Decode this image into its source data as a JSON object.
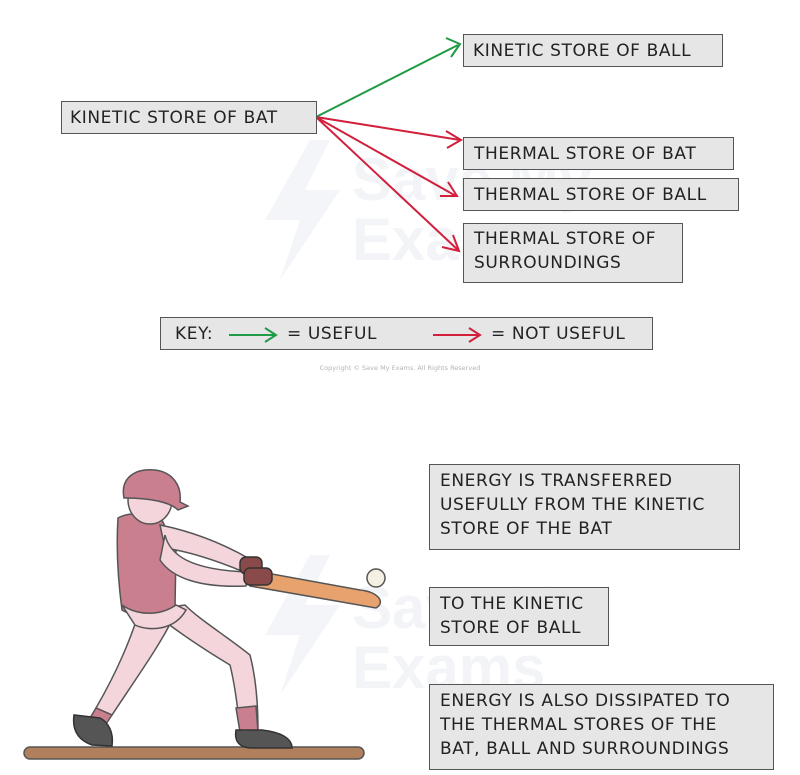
{
  "flow": {
    "source": "KINETIC STORE OF BAT",
    "targets": [
      {
        "lines": [
          "KINETIC STORE OF BALL"
        ],
        "kind": "useful"
      },
      {
        "lines": [
          "THERMAL STORE OF BAT"
        ],
        "kind": "not-useful"
      },
      {
        "lines": [
          "THERMAL STORE OF BALL"
        ],
        "kind": "not-useful"
      },
      {
        "lines": [
          "THERMAL STORE OF",
          "SURROUNDINGS"
        ],
        "kind": "not-useful"
      }
    ]
  },
  "key": {
    "label": "KEY:",
    "useful": "= USEFUL",
    "not_useful": "= NOT USEFUL"
  },
  "colors": {
    "useful": "#1f9a45",
    "not_useful": "#d11f3c",
    "box_fill": "#e6e6e6",
    "box_border": "#555555",
    "figure_shirt": "#c97f8e",
    "figure_pants": "#f4d5dc",
    "bat": "#e8a26e",
    "ground": "#b07f5c"
  },
  "copyright": "Copyright © Save My Exams. All Rights Reserved",
  "watermark": [
    "Save My",
    "Exams"
  ],
  "explanations": [
    {
      "lines": [
        "ENERGY IS TRANSFERRED",
        "USEFULLY FROM THE KINETIC",
        "STORE OF THE BAT"
      ]
    },
    {
      "lines": [
        "TO THE KINETIC",
        "STORE OF BALL"
      ]
    },
    {
      "lines": [
        "ENERGY IS ALSO DISSIPATED TO",
        "THE THERMAL STORES OF THE",
        "BAT, BALL AND SURROUNDINGS"
      ]
    }
  ],
  "icons": {
    "logo": "lightning-bolt-icon",
    "player": "baseball-batter-illustration"
  }
}
